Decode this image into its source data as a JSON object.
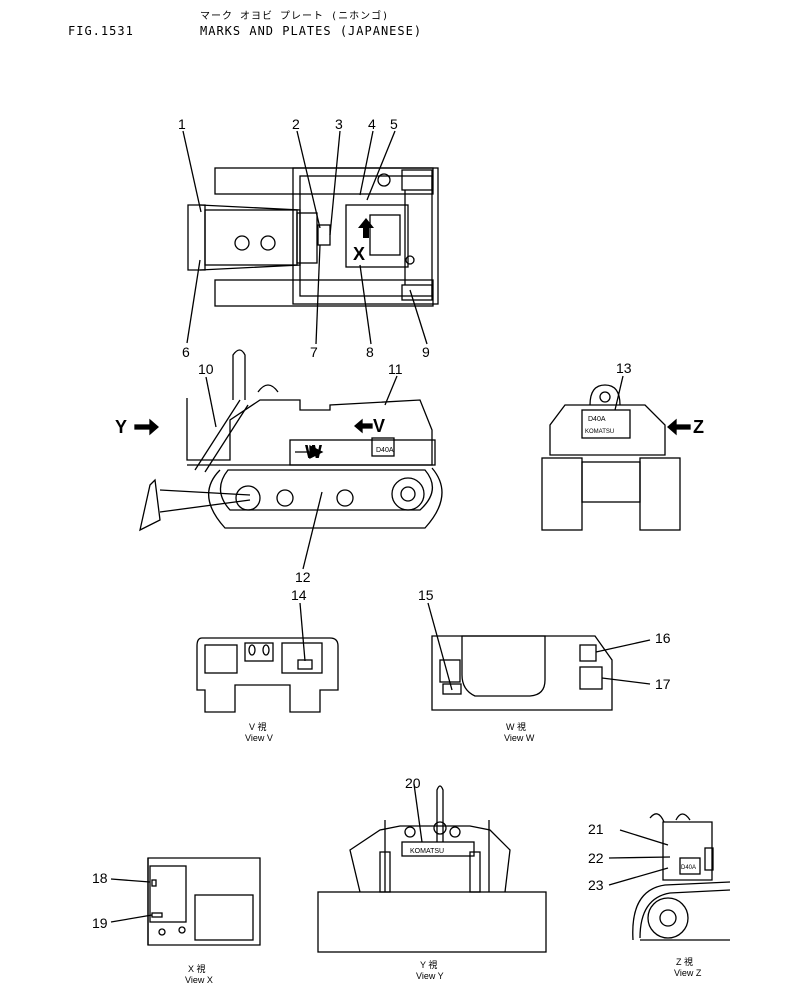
{
  "header": {
    "figure_number": "FIG.1531",
    "title_japanese": "マーク オヨビ プレート (ニホンゴ)",
    "title": "MARKS AND PLATES (JAPANESE)"
  },
  "callouts": [
    "1",
    "2",
    "3",
    "4",
    "5",
    "6",
    "7",
    "8",
    "9",
    "10",
    "11",
    "12",
    "13",
    "14",
    "15",
    "16",
    "17",
    "18",
    "19",
    "20",
    "21",
    "22",
    "23"
  ],
  "view_letters": {
    "x": "X",
    "v": "V",
    "w": "W",
    "y": "Y",
    "z": "Z"
  },
  "plate_text": {
    "model": "D40A",
    "brand": "KOMATSU"
  },
  "views": {
    "v": {
      "jp": "V 視",
      "en": "View V"
    },
    "w": {
      "jp": "W 視",
      "en": "View W"
    },
    "x": {
      "jp": "X 視",
      "en": "View X"
    },
    "y": {
      "jp": "Y 視",
      "en": "View Y"
    },
    "z": {
      "jp": "Z 視",
      "en": "View Z"
    }
  }
}
